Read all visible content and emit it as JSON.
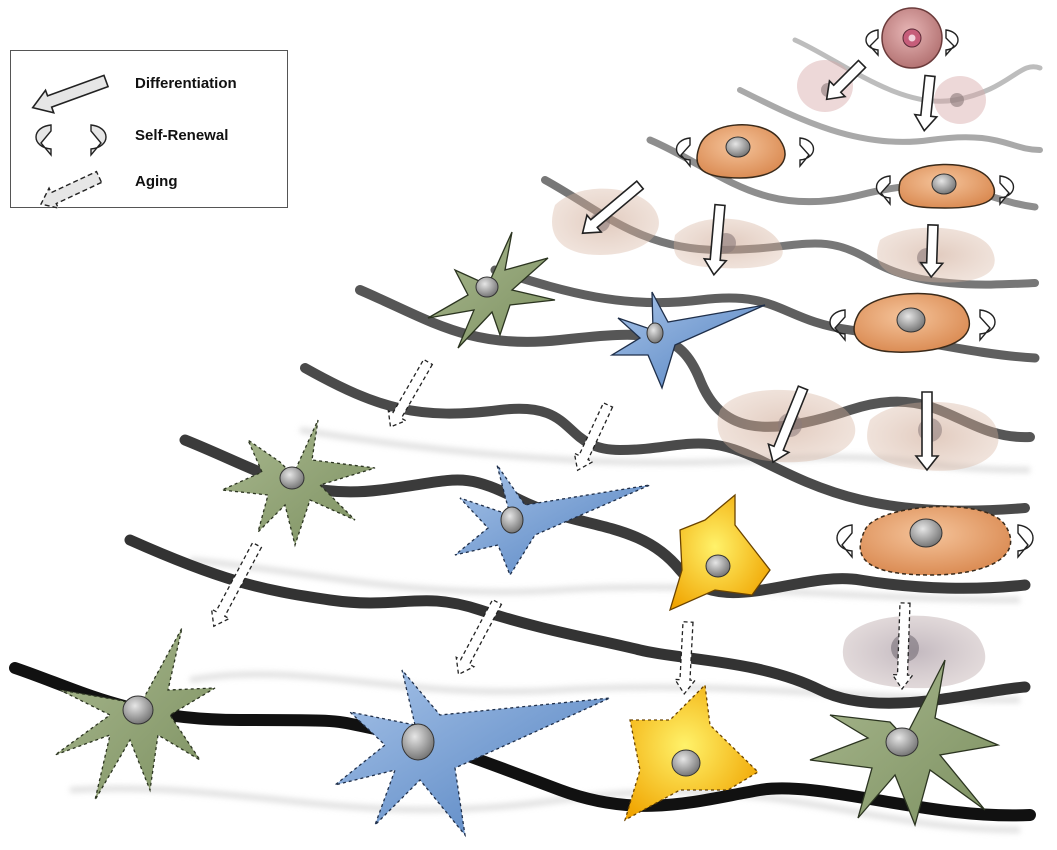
{
  "legend": {
    "differentiation": "Differentiation",
    "self_renewal": "Self-Renewal",
    "aging": "Aging"
  },
  "colors": {
    "stem_cell": "#c07f7f",
    "progenitor": "#e0925a",
    "oligodendrocyte_like": "#8fa274",
    "blue_cell": "#6f9ad0",
    "astrocyte_like": "#f2b300",
    "fiber": "#2e2e2e"
  }
}
